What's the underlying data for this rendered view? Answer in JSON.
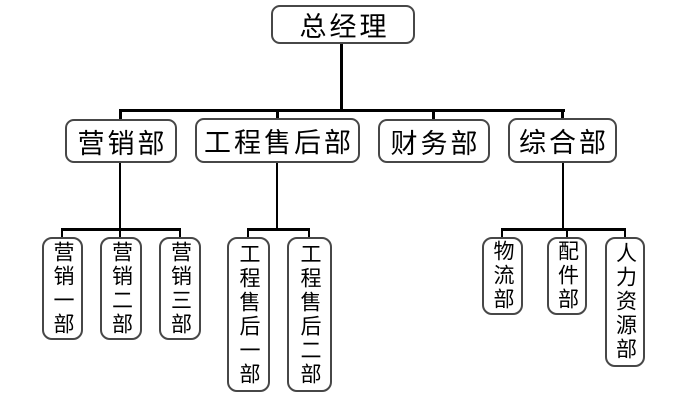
{
  "org_chart": {
    "type": "org-chart",
    "root": {
      "label": "总经理"
    },
    "departments": [
      {
        "label": "营销部",
        "children": [
          {
            "label": "营销一部"
          },
          {
            "label": "营销二部"
          },
          {
            "label": "营销三部"
          }
        ]
      },
      {
        "label": "工程售后部",
        "children": [
          {
            "label": "工程售后一部"
          },
          {
            "label": "工程售后二部"
          }
        ]
      },
      {
        "label": "财务部",
        "children": []
      },
      {
        "label": "综合部",
        "children": [
          {
            "label": "物流部"
          },
          {
            "label": "配件部"
          },
          {
            "label": "人力资源部"
          }
        ]
      }
    ],
    "colors": {
      "background": "#ffffff",
      "box_fill": "#ffffff",
      "box_border": "#474747",
      "connector": "#000000",
      "text": "#000000"
    }
  }
}
